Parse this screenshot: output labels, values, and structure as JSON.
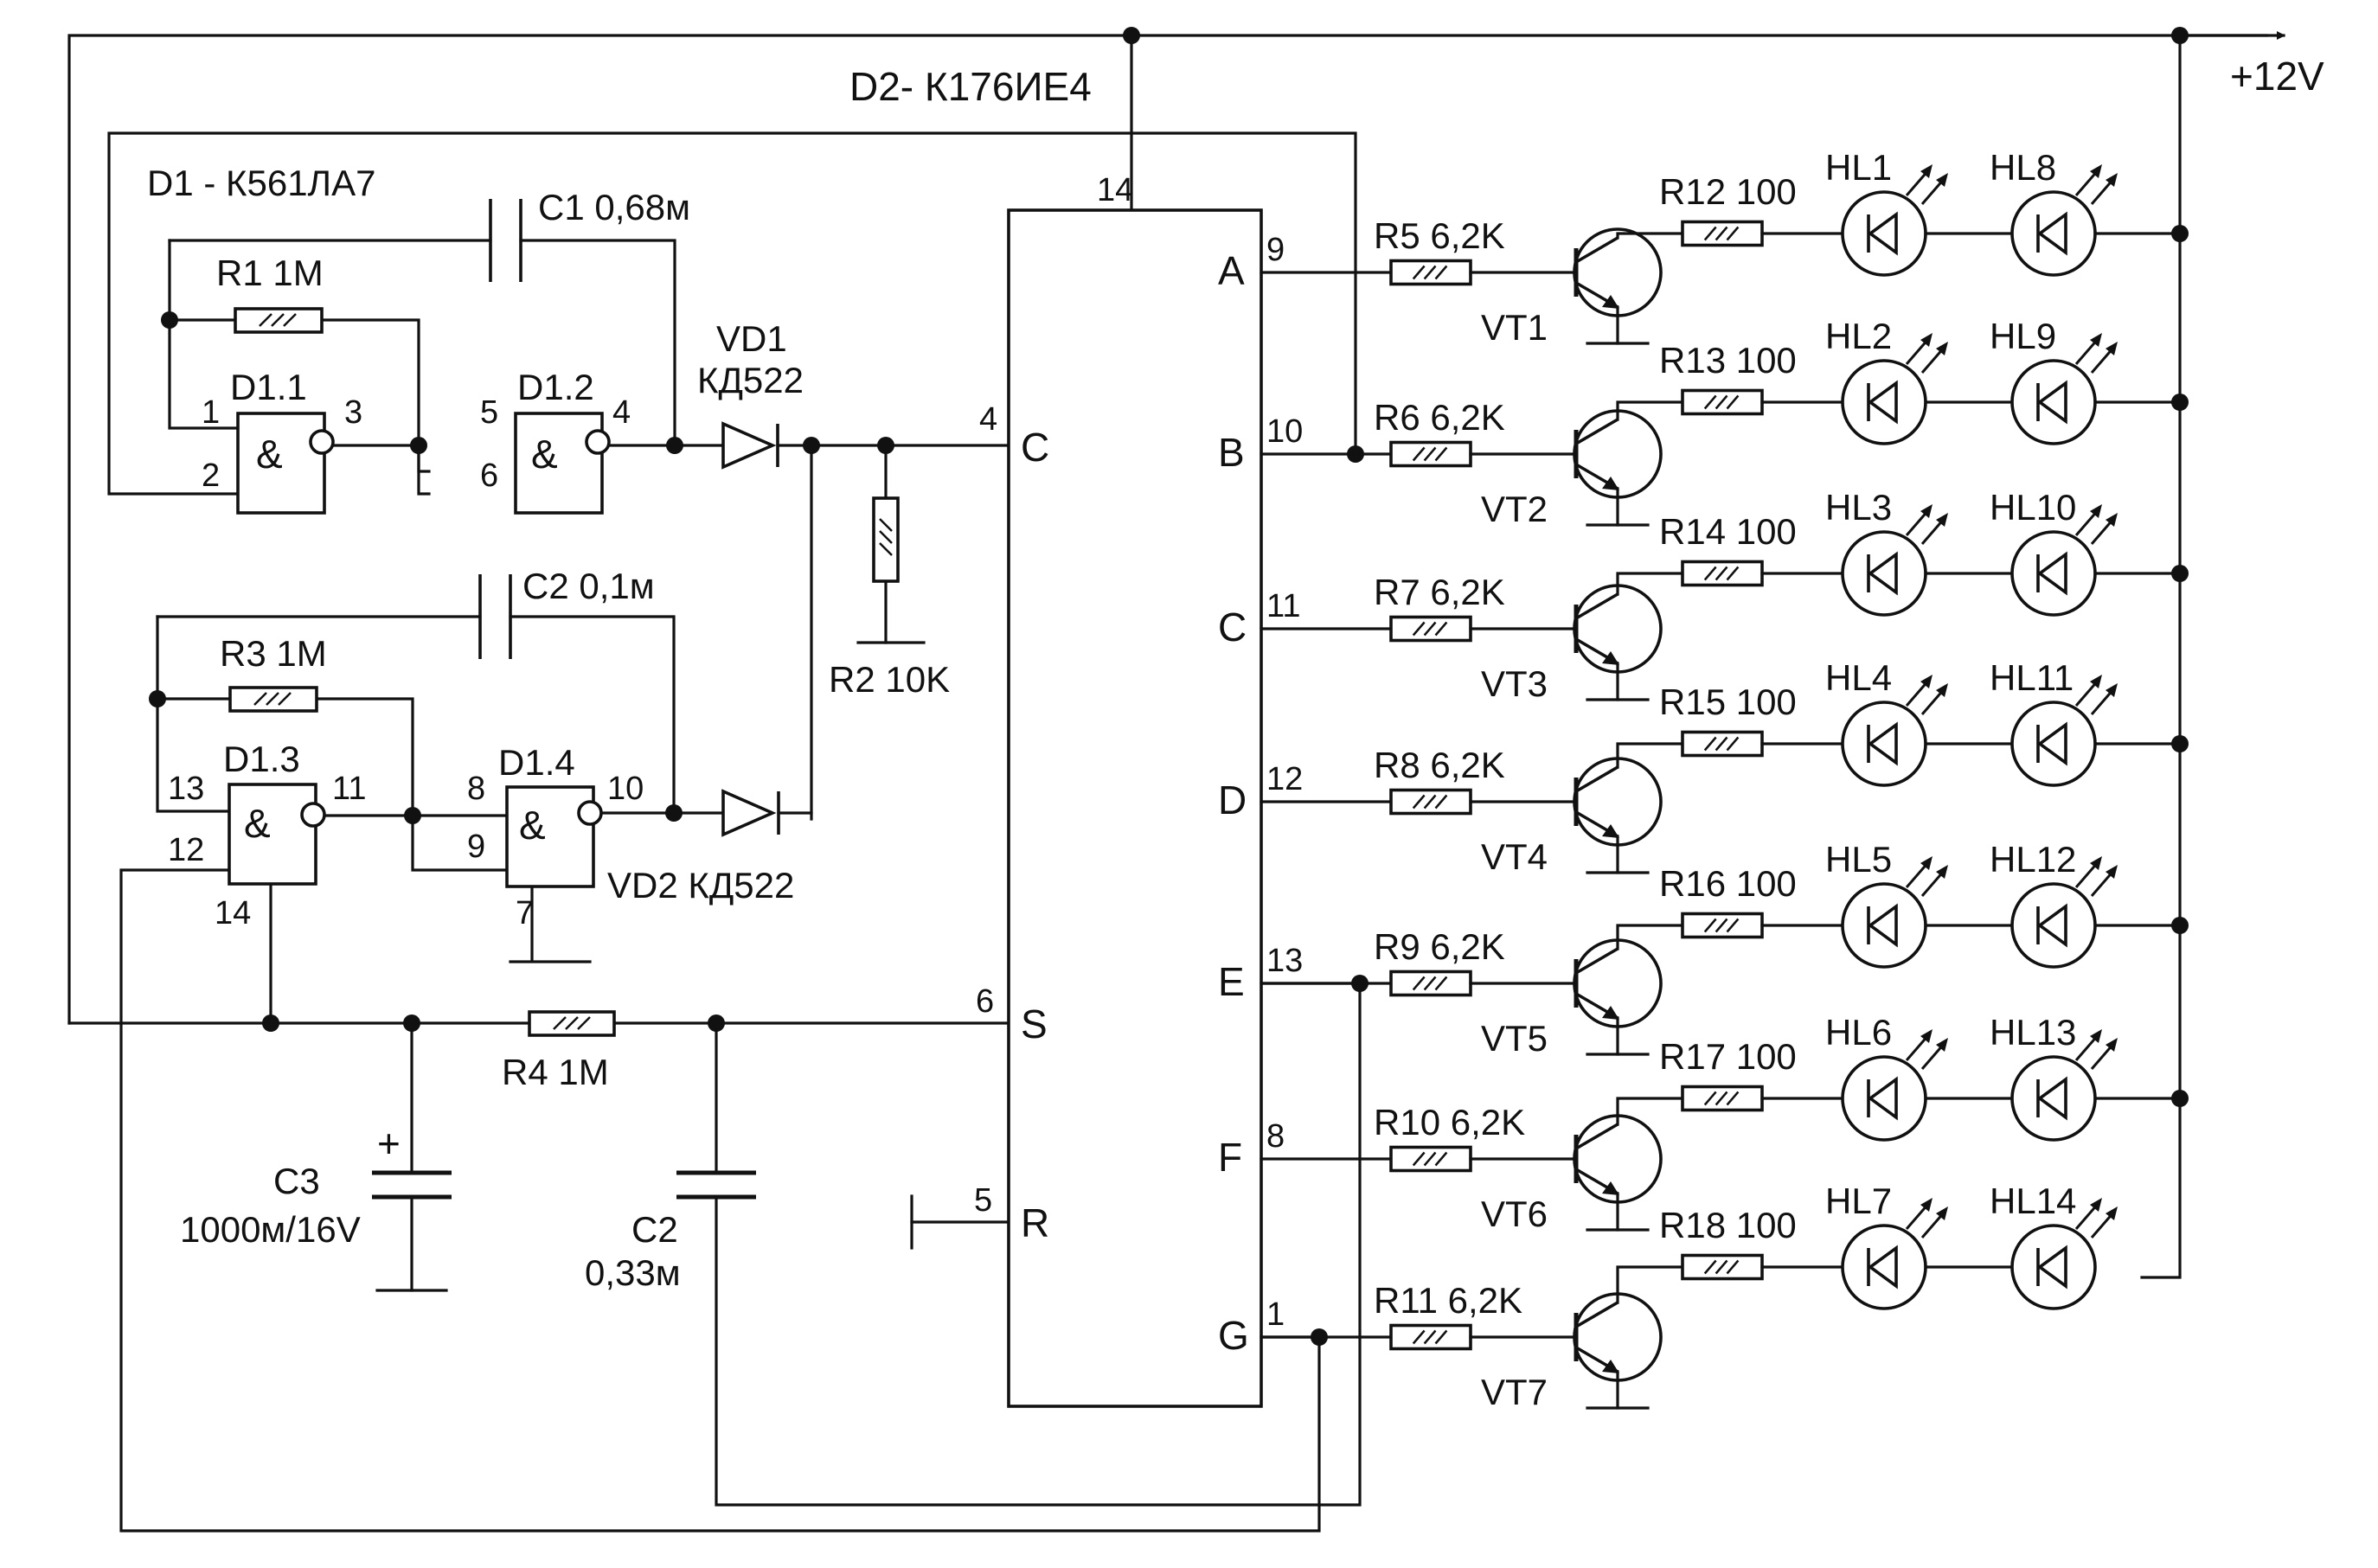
{
  "supply": {
    "label": "+12V"
  },
  "chips": {
    "d1": "D1 - К561ЛА7",
    "d2": "D2- К176ИЕ4"
  },
  "gates": {
    "g1": {
      "name": "D1.1",
      "in1": "1",
      "in2": "2",
      "out": "3",
      "sym": "&"
    },
    "g2": {
      "name": "D1.2",
      "in1": "5",
      "in2": "6",
      "out": "4",
      "sym": "&"
    },
    "g3": {
      "name": "D1.3",
      "in1": "13",
      "in2": "12",
      "out": "11",
      "pwr": "14",
      "sym": "&"
    },
    "g4": {
      "name": "D1.4",
      "in1": "8",
      "in2": "9",
      "out": "10",
      "gnd": "7",
      "sym": "&"
    }
  },
  "ic": {
    "left_pins": [
      {
        "num": "14"
      },
      {
        "num": "4",
        "name": "C"
      },
      {
        "num": "6",
        "name": "S"
      },
      {
        "num": "5",
        "name": "R"
      }
    ],
    "right_pins": [
      {
        "name": "A",
        "num": "9"
      },
      {
        "name": "B",
        "num": "10"
      },
      {
        "name": "C",
        "num": "11"
      },
      {
        "name": "D",
        "num": "12"
      },
      {
        "name": "E",
        "num": "13"
      },
      {
        "name": "F",
        "num": "8"
      },
      {
        "name": "G",
        "num": "1"
      }
    ]
  },
  "parts": {
    "r1": "R1 1M",
    "r2": "R2 10K",
    "r3": "R3 1M",
    "r4": "R4 1M",
    "c1": "C1 0,68м",
    "c2": "C2 0,1м",
    "c3_name": "C3",
    "c3_value": "1000м/16V",
    "c2b_name": "C2",
    "c2b_value": "0,33м",
    "vd1_name": "VD1",
    "vd1_type": "КД522",
    "vd2": "VD2 КД522",
    "c3_plus": "+"
  },
  "channels": [
    {
      "base_r": "R5 6,2K",
      "vt": "VT1",
      "load_r": "R12 100",
      "led_a": "HL1",
      "led_b": "HL8"
    },
    {
      "base_r": "R6 6,2K",
      "vt": "VT2",
      "load_r": "R13 100",
      "led_a": "HL2",
      "led_b": "HL9"
    },
    {
      "base_r": "R7 6,2K",
      "vt": "VT3",
      "load_r": "R14 100",
      "led_a": "HL3",
      "led_b": "HL10"
    },
    {
      "base_r": "R8 6,2K",
      "vt": "VT4",
      "load_r": "R15 100",
      "led_a": "HL4",
      "led_b": "HL11"
    },
    {
      "base_r": "R9 6,2K",
      "vt": "VT5",
      "load_r": "R16 100",
      "led_a": "HL5",
      "led_b": "HL12"
    },
    {
      "base_r": "R10 6,2K",
      "vt": "VT6",
      "load_r": "R17 100",
      "led_a": "HL6",
      "led_b": "HL13"
    },
    {
      "base_r": "R11 6,2K",
      "vt": "VT7",
      "load_r": "R18 100",
      "led_a": "HL7",
      "led_b": "HL14"
    }
  ]
}
